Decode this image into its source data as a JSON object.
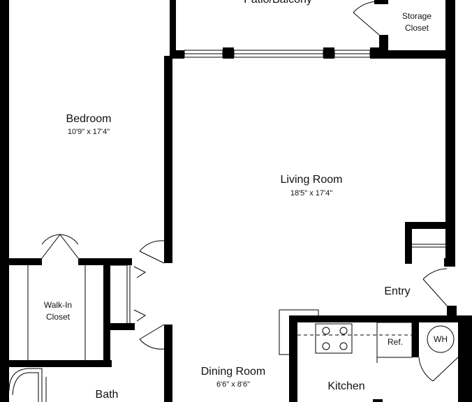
{
  "plan": {
    "rooms": {
      "patio": {
        "name": "Patio/Balcony"
      },
      "storage": {
        "line1": "Storage",
        "line2": "Closet"
      },
      "bedroom": {
        "name": "Bedroom",
        "dims": "10'9\" x 17'4\""
      },
      "living": {
        "name": "Living Room",
        "dims": "18'5\" x 17'4\""
      },
      "walkin": {
        "line1": "Walk-In",
        "line2": "Closet"
      },
      "entry": {
        "name": "Entry"
      },
      "dining": {
        "name": "Dining Room",
        "dims": "6'6\" x 8'6\""
      },
      "kitchen": {
        "name": "Kitchen"
      },
      "bath": {
        "name": "Bath"
      }
    },
    "fixtures": {
      "fridge": "Ref.",
      "water_heater": "WH"
    }
  }
}
